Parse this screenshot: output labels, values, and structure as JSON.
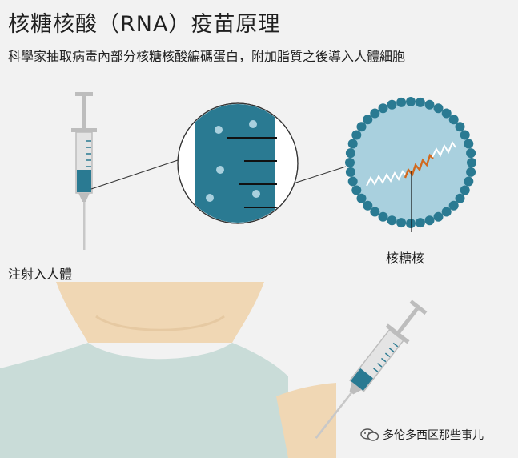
{
  "title": "核糖核酸（RNA）疫苗原理",
  "subtitle": "科學家抽取病毒內部分核糖核酸編碼蛋白，附加脂質之後導入人體細胞",
  "labels": {
    "inject": "注射入人體",
    "rna": "核糖核"
  },
  "watermark": {
    "text": "多伦多西区那些事儿",
    "icon": "wechat-icon"
  },
  "colors": {
    "background": "#f2f2f2",
    "vaccine": "#2a7a92",
    "cell_fill": "#a9d0de",
    "cell_membrane": "#2a7a92",
    "rna_orange": "#d2691e",
    "skin": "#f0d7b4",
    "shirt": "#c9dcd8"
  }
}
